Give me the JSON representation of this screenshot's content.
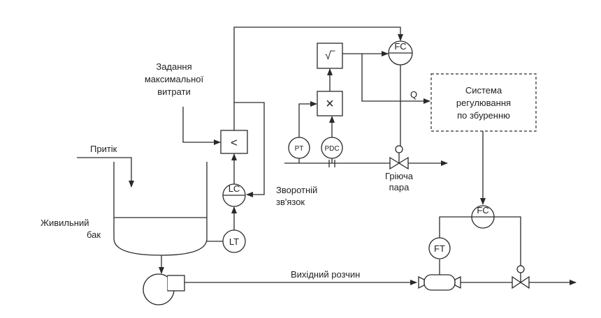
{
  "labels": {
    "setpoint_line1": "Задання",
    "setpoint_line2": "максимальної",
    "setpoint_line3": "витрати",
    "inflow": "Притік",
    "tank_line1": "Живильний",
    "tank_line2": "бак",
    "feedback_line1": "Зворотній",
    "feedback_line2": "зв'язок",
    "steam_line1": "Гріюча",
    "steam_line2": "пара",
    "q": "Q",
    "disturbance_line1": "Система",
    "disturbance_line2": "регулювання",
    "disturbance_line3": "по збуренню",
    "outlet": "Вихідний розчин"
  },
  "instruments": {
    "fc_top": "FC",
    "lc": "LC",
    "lt": "LT",
    "pt": "PT",
    "pdc": "PDC",
    "fc_bottom": "FC",
    "ft": "FT"
  },
  "blocks": {
    "sqrt": "√‾",
    "multiply": "×",
    "min_select": "<"
  }
}
